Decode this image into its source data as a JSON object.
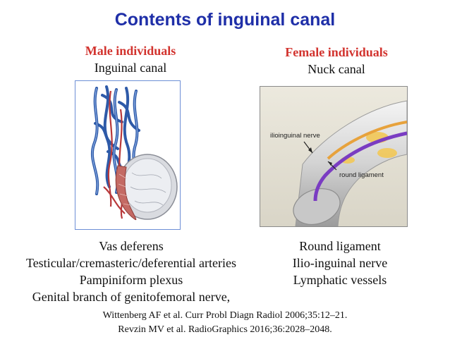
{
  "slide": {
    "title": "Contents of inguinal canal",
    "male": {
      "heading": "Male individuals",
      "subheading": "Inguinal canal",
      "contents": [
        "Vas deferens",
        "Testicular/cremasteric/deferential arteries",
        "Pampiniform plexus",
        "Genital branch of genitofemoral nerve,"
      ]
    },
    "female": {
      "heading": "Female individuals",
      "subheading": "Nuck canal",
      "contents": [
        "Round ligament",
        "Ilio-inguinal nerve",
        "Lymphatic vessels"
      ],
      "figure_labels": {
        "nerve": "ilioinguinal nerve",
        "ligament": "round ligament"
      }
    },
    "references": [
      "Wittenberg AF et al. Curr Probl Diagn Radiol 2006;35:12–21.",
      "Revzin MV et al. RadioGraphics 2016;36:2028–2048."
    ],
    "colors": {
      "title": "#1f2fa8",
      "heading": "#d2332e",
      "vessel_blue": "#2e5aa8",
      "vessel_red": "#b8383a",
      "nerve_purple": "#7a3cc2",
      "lymph_yellow": "#f2c857"
    }
  }
}
